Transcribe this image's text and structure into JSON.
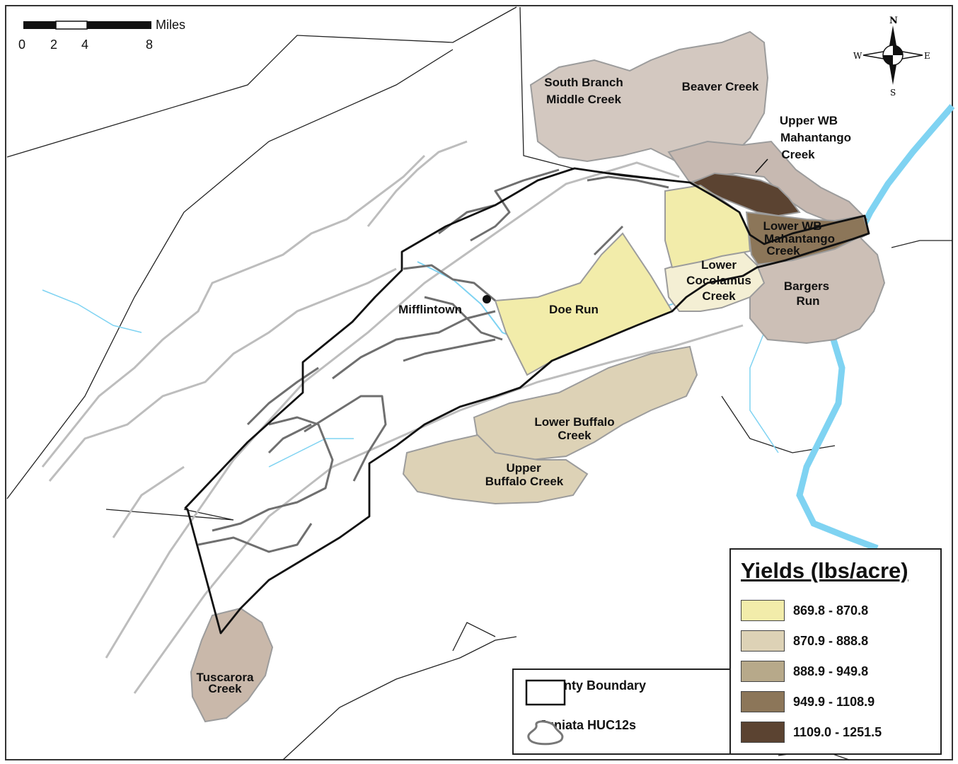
{
  "scale_bar": {
    "unit": "Miles",
    "ticks": [
      "0",
      "2",
      "4",
      "8"
    ]
  },
  "north_arrow": {
    "n": "N",
    "s": "S",
    "e": "E",
    "w": "W"
  },
  "places": {
    "south_branch": [
      "South Branch",
      "Middle Creek"
    ],
    "beaver_creek": "Beaver Creek",
    "upper_wb": [
      "Upper WB",
      "Mahantango",
      "Creek"
    ],
    "lower_wb": [
      "Lower WB",
      "Mahantango",
      "Creek"
    ],
    "lower_cocolamus": [
      "Lower",
      "Cocolamus",
      "Creek"
    ],
    "bargers_run": [
      "Bargers",
      "Run"
    ],
    "mifflintown": "Mifflintown",
    "doe_run": "Doe Run",
    "lower_buffalo": [
      "Lower Buffalo",
      "Creek"
    ],
    "upper_buffalo": [
      "Upper",
      "Buffalo Creek"
    ],
    "tuscarora": [
      "Tuscarora",
      "Creek"
    ]
  },
  "yield_legend": {
    "title": "Yields (lbs/acre)",
    "classes": [
      {
        "label": "869.8 - 870.8",
        "color": "#f2ecaa"
      },
      {
        "label": "870.9 - 888.8",
        "color": "#ddd2b6"
      },
      {
        "label": "888.9 - 949.8",
        "color": "#b7a98a"
      },
      {
        "label": "949.9 - 1108.9",
        "color": "#8c7659"
      },
      {
        "label": "1109.0 - 1251.5",
        "color": "#5b4331"
      }
    ]
  },
  "layer_legend": {
    "county": "County Boundary",
    "huc": "Juniata HUC12s"
  },
  "colors": {
    "river": "#7fd3f2",
    "huc_outline": "#777777",
    "context_outline": "#bbbbbb",
    "county_outline": "#111111"
  }
}
